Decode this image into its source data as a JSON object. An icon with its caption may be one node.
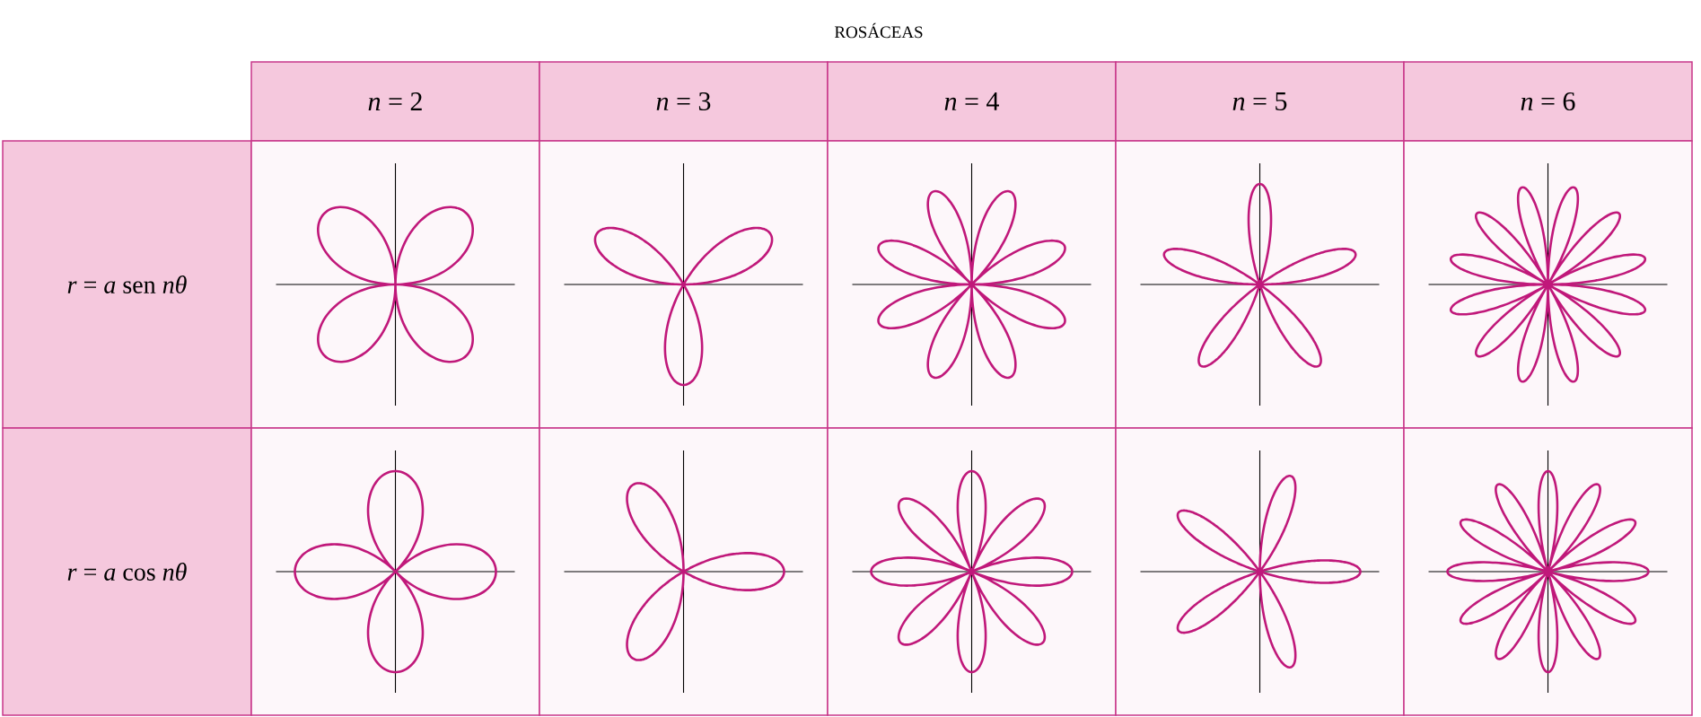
{
  "diagram": {
    "title": "ROSÁCEAS",
    "labels": [
      "*n* = 2",
      "*n* = 3",
      "*n* = 4",
      "*n* = 5",
      "*n* = 6",
      "*r* = *a* sen *nθ*",
      "*r* = *a* cos *nθ*"
    ]
  }
}
